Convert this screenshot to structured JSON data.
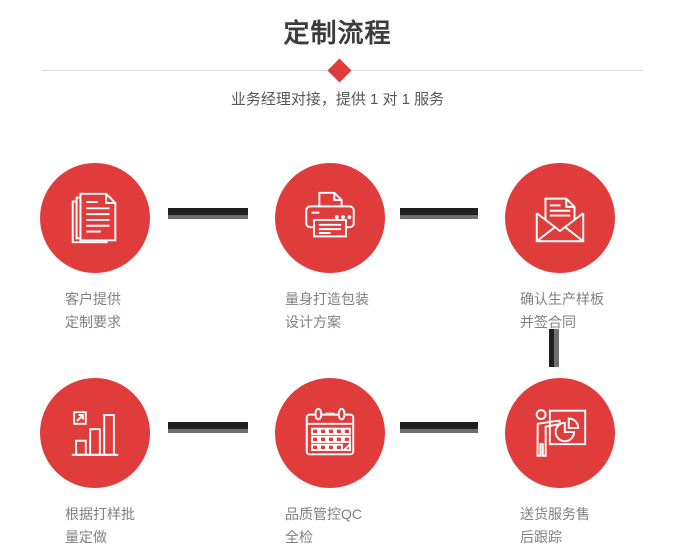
{
  "header": {
    "title": "定制流程",
    "subtitle": "业务经理对接，提供 1 对 1 服务"
  },
  "steps": [
    {
      "icon": "documents-icon",
      "label_line1": "客户提供",
      "label_line2": "定制要求"
    },
    {
      "icon": "printer-icon",
      "label_line1": "量身打造包装",
      "label_line2": "设计方案"
    },
    {
      "icon": "envelope-icon",
      "label_line1": "确认生产样板",
      "label_line2": "并签合同"
    },
    {
      "icon": "bar-chart-icon",
      "label_line1": "根据打样批",
      "label_line2": "量定做"
    },
    {
      "icon": "calendar-icon",
      "label_line1": "品质管控QC",
      "label_line2": "全检"
    },
    {
      "icon": "presentation-icon",
      "label_line1": "送货服务售",
      "label_line2": "后跟踪"
    }
  ],
  "colors": {
    "accent_red": "#e03c3c",
    "connector_dark": "#1f1f1f",
    "connector_gray": "#6e6e6e",
    "title_text": "#3c3c3c",
    "subtitle_text": "#565656",
    "label_text": "#808080",
    "divider_line": "#d9d9d9",
    "icon_stroke": "#ffffff",
    "background": "#ffffff"
  }
}
